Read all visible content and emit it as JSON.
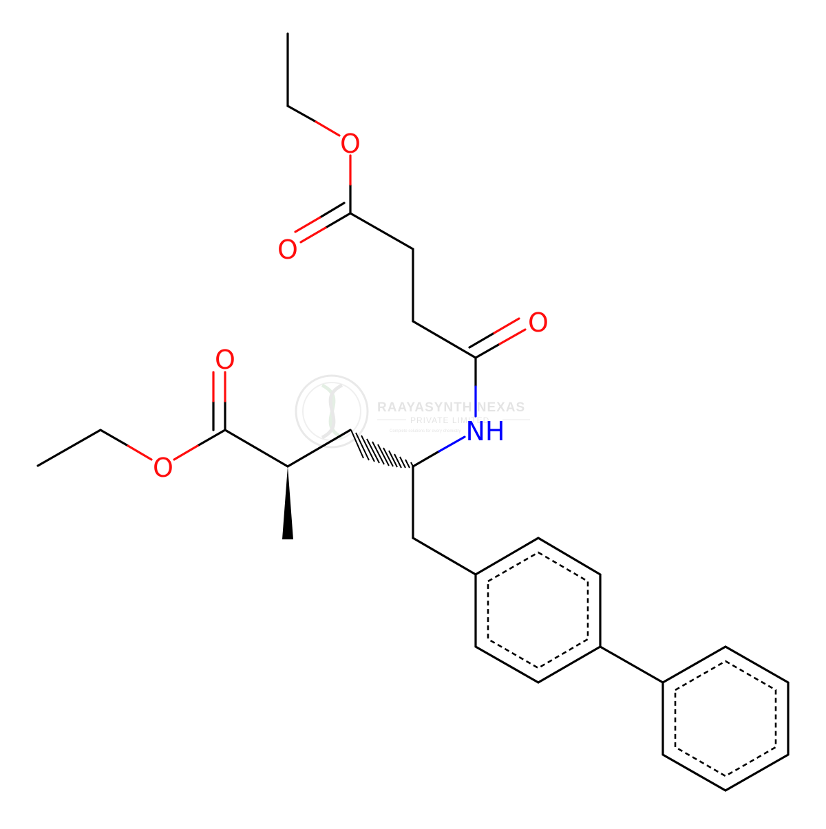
{
  "watermark": {
    "name": "RAAYASYNTH NEXAS",
    "subtitle": "PRIVATE LIMITED",
    "tagline": "Complete solutions for every chemistry"
  },
  "colors": {
    "bond": "#000000",
    "oxygen": "#ff0d0d",
    "nitrogen": "#0000ff",
    "watermark": "#cfcfcf"
  },
  "atoms": {
    "o_ester_top": "O",
    "o_carbonyl_top": "O",
    "o_amide": "O",
    "o_carbonyl_left": "O",
    "o_ester_left": "O",
    "nh": "NH"
  }
}
